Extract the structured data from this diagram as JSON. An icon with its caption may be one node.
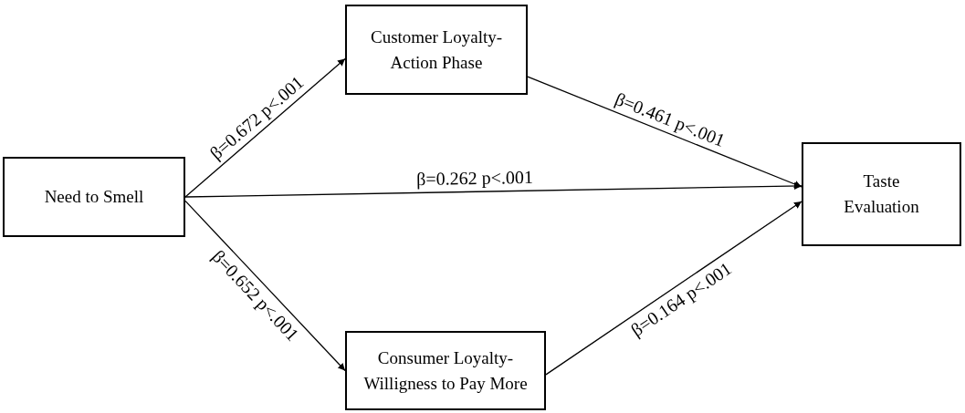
{
  "diagram": {
    "nodes": [
      {
        "text": [
          "Need to Smell"
        ]
      },
      {
        "text": [
          "Customer Loyalty- Action Phase"
        ]
      },
      {
        "text": [
          "Taste Evaluation"
        ]
      },
      {
        "text": [
          "Consumer Loyalty- Willigness to Pay More"
        ]
      }
    ],
    "edges": [
      {
        "from": 0,
        "to": 1,
        "arrow": "to",
        "label": "β=0.672 p<.001"
      },
      {
        "from": 1,
        "to": 2,
        "arrow": "to",
        "label": "β=0.461 p<.001"
      },
      {
        "from": 0,
        "to": 2,
        "arrow": "to",
        "label": "β=0.262 p<.001"
      },
      {
        "from": 0,
        "to": 3,
        "arrow": "to",
        "label": "β=0.652 p<.001"
      },
      {
        "from": 3,
        "to": 2,
        "arrow": "to",
        "label": "β=0.164 p<.001"
      }
    ]
  }
}
